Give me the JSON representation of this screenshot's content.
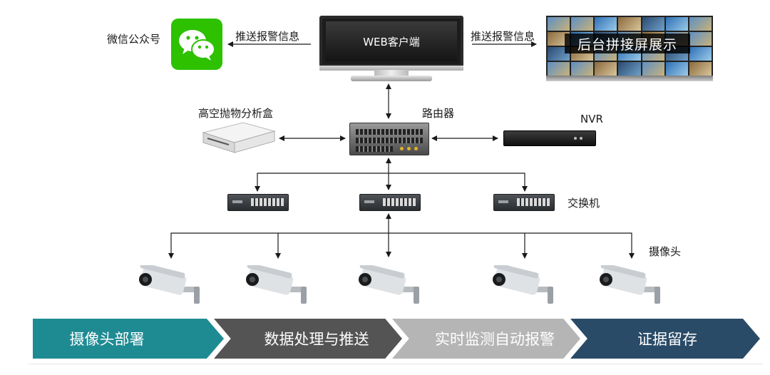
{
  "labels": {
    "wechat": "微信公众号",
    "push_left": "推送报警信息",
    "push_right": "推送报警信息",
    "web_client": "WEB客户端",
    "video_wall": "后台拼接屏展示",
    "analyzer": "高空抛物分析盒",
    "router": "路由器",
    "nvr": "NVR",
    "switch": "交换机",
    "camera": "摄像头"
  },
  "process_steps": [
    {
      "label": "摄像头部署",
      "color": "#1e8b93"
    },
    {
      "label": "数据处理与推送",
      "color": "#555454"
    },
    {
      "label": "实时监测自动报警",
      "color": "#b5b5b5"
    },
    {
      "label": "证据留存",
      "color": "#2a4b67"
    }
  ],
  "icons": {
    "wechat": "wechat-icon",
    "web_client": "monitor-icon",
    "video_wall": "video-wall-icon",
    "analyzer": "analyzer-box-icon",
    "router": "router-icon",
    "nvr": "nvr-icon",
    "switch": "switch-icon",
    "camera": "camera-icon"
  },
  "colors": {
    "wechat_green": "#2dc100",
    "connector": "#1a1a1a"
  }
}
